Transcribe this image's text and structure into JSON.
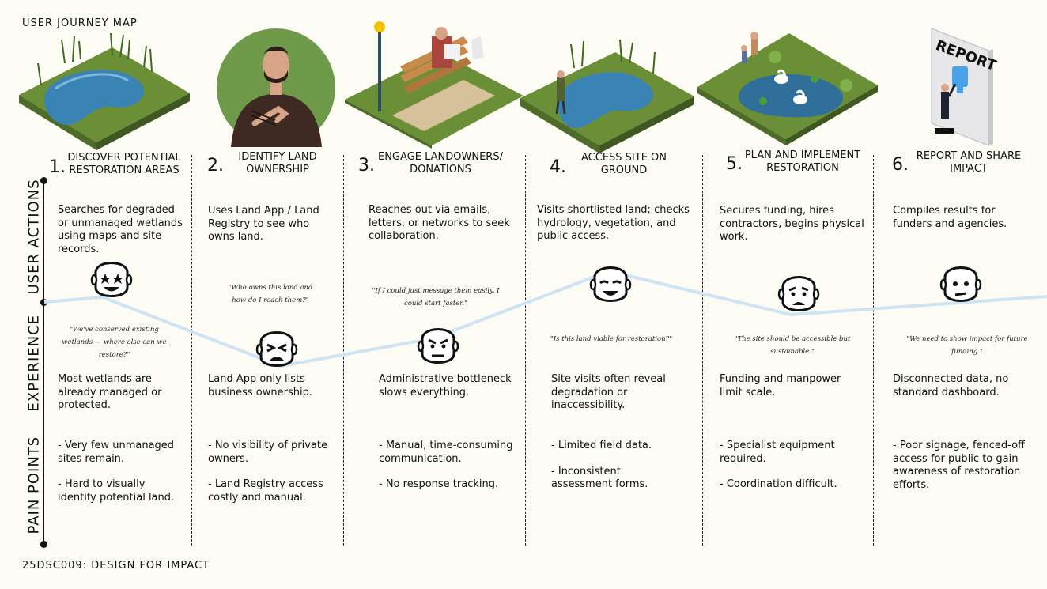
{
  "header": {
    "title": "USER JOURNEY MAP"
  },
  "footer": {
    "code": "25DSC009: DESIGN FOR IMPACT"
  },
  "lanes": {
    "actions": "USER ACTIONS",
    "experience": "EXPERIENCE",
    "pain": "PAIN POINTS"
  },
  "report_sign": "REPORT",
  "steps": [
    {
      "number": "1.",
      "title": "DISCOVER POTENTIAL RESTORATION AREAS",
      "illustration": "wetland-pond",
      "action": "Searches for degraded or unmanaged wetlands using maps and site records.",
      "quote": "\"We've conserved existing wetlands — where else can we restore?\"",
      "emotion": "star-eyes-happy",
      "experience": "Most wetlands are already managed or protected.",
      "pain_points": [
        "- Very few unmanaged sites remain.",
        " - Hard to visually identify potential land."
      ]
    },
    {
      "number": "2.",
      "title": "IDENTIFY LAND OWNERSHIP",
      "illustration": "thinking-man",
      "action": "Uses Land App / Land Registry to see who owns land.",
      "quote": "\"Who owns this land and how do I reach them?\"",
      "emotion": "frustrated",
      "experience": "Land App only lists business ownership.",
      "pain_points": [
        "- No visibility of private owners.",
        " - Land Registry access costly and manual."
      ]
    },
    {
      "number": "3.",
      "title": "ENGAGE LANDOWNERS/ DONATIONS",
      "illustration": "park-bench-reader",
      "action": "Reaches out via emails, letters, or networks to seek collaboration.",
      "quote": "\"If I could just message them easily, I could start faster.\"",
      "emotion": "annoyed",
      "experience": "Administrative bottleneck slows everything.",
      "pain_points": [
        "- Manual, time-consuming communication.",
        " - No response tracking."
      ]
    },
    {
      "number": "4.",
      "title": "ACCESS SITE ON GROUND",
      "illustration": "wetland-with-surveyor",
      "action": "Visits shortlisted land; checks hydrology, vegetation, and public access.",
      "quote": "\"Is this land viable for restoration?\"",
      "emotion": "content",
      "experience": "Site visits often reveal degradation or inaccessibility.",
      "pain_points": [
        "- Limited field data.",
        " - Inconsistent assessment forms."
      ]
    },
    {
      "number": "5.",
      "title": "PLAN AND IMPLEMENT RESTORATION",
      "illustration": "pond-with-swans",
      "action": "Secures funding, hires contractors, begins physical work.",
      "quote": "\"The site should be accessible but sustainable.\"",
      "emotion": "worried",
      "experience": "Funding and manpower limit scale.",
      "pain_points": [
        "- Specialist equipment required.",
        " - Coordination difficult."
      ]
    },
    {
      "number": "6.",
      "title": "REPORT AND SHARE IMPACT",
      "illustration": "report-board",
      "action": "Compiles results for funders and agencies.",
      "quote": "\"We need to show impact for future funding.\"",
      "emotion": "unsure",
      "experience": "Disconnected data, no standard dashboard.",
      "pain_points": [
        "- Poor signage, fenced-off access for public to gain awareness of restoration efforts."
      ]
    }
  ],
  "colors": {
    "background": "#fcfbf4",
    "journey_line": "#cfe4f3",
    "face": "#ffffff",
    "ink": "#111111"
  }
}
